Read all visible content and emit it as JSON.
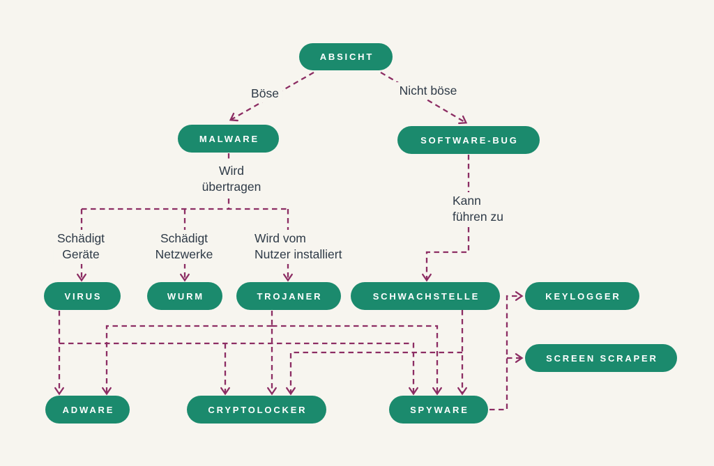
{
  "palette": {
    "background": "#F7F5EF",
    "node_fill": "#1B8A6D",
    "wire": "#8C2D63",
    "label_text": "#2E3A47",
    "node_text": "#FFFFFF"
  },
  "nodes": {
    "absicht": {
      "label": "ABSICHT"
    },
    "malware": {
      "label": "MALWARE"
    },
    "software_bug": {
      "label": "SOFTWARE-BUG"
    },
    "virus": {
      "label": "VIRUS"
    },
    "wurm": {
      "label": "WURM"
    },
    "trojaner": {
      "label": "TROJANER"
    },
    "schwachstelle": {
      "label": "SCHWACHSTELLE"
    },
    "keylogger": {
      "label": "KEYLOGGER"
    },
    "screen_scraper": {
      "label": "SCREEN SCRAPER"
    },
    "adware": {
      "label": "ADWARE"
    },
    "cryptolocker": {
      "label": "CRYPTOLOCKER"
    },
    "spyware": {
      "label": "SPYWARE"
    }
  },
  "edge_labels": {
    "boese": "Böse",
    "nicht_boese": "Nicht böse",
    "wird_uebertragen": "Wird\nübertragen",
    "schaedigt_geraete": "Schädigt\nGeräte",
    "schaedigt_netzwerke": "Schädigt\nNetzwerke",
    "wird_vom_nutzer": "Wird vom\nNutzer installiert",
    "kann_fuehren_zu": "Kann\nführen zu"
  },
  "edges": [
    {
      "from": "ABSICHT",
      "to": "MALWARE",
      "label": "Böse"
    },
    {
      "from": "ABSICHT",
      "to": "SOFTWARE-BUG",
      "label": "Nicht böse"
    },
    {
      "from": "MALWARE",
      "to": "VIRUS",
      "label": "Wird übertragen / Schädigt Geräte"
    },
    {
      "from": "MALWARE",
      "to": "WURM",
      "label": "Wird übertragen / Schädigt Netzwerke"
    },
    {
      "from": "MALWARE",
      "to": "TROJANER",
      "label": "Wird übertragen / Wird vom Nutzer installiert"
    },
    {
      "from": "SOFTWARE-BUG",
      "to": "SCHWACHSTELLE",
      "label": "Kann führen zu"
    },
    {
      "from": "VIRUS",
      "to": "ADWARE",
      "label": ""
    },
    {
      "from": "VIRUS",
      "to": "CRYPTOLOCKER",
      "label": ""
    },
    {
      "from": "VIRUS",
      "to": "SPYWARE",
      "label": ""
    },
    {
      "from": "TROJANER",
      "to": "ADWARE",
      "label": ""
    },
    {
      "from": "TROJANER",
      "to": "CRYPTOLOCKER",
      "label": ""
    },
    {
      "from": "TROJANER",
      "to": "SPYWARE",
      "label": ""
    },
    {
      "from": "SCHWACHSTELLE",
      "to": "CRYPTOLOCKER",
      "label": ""
    },
    {
      "from": "SCHWACHSTELLE",
      "to": "SPYWARE",
      "label": ""
    },
    {
      "from": "SPYWARE",
      "to": "KEYLOGGER",
      "label": ""
    },
    {
      "from": "SPYWARE",
      "to": "SCREEN SCRAPER",
      "label": ""
    }
  ]
}
